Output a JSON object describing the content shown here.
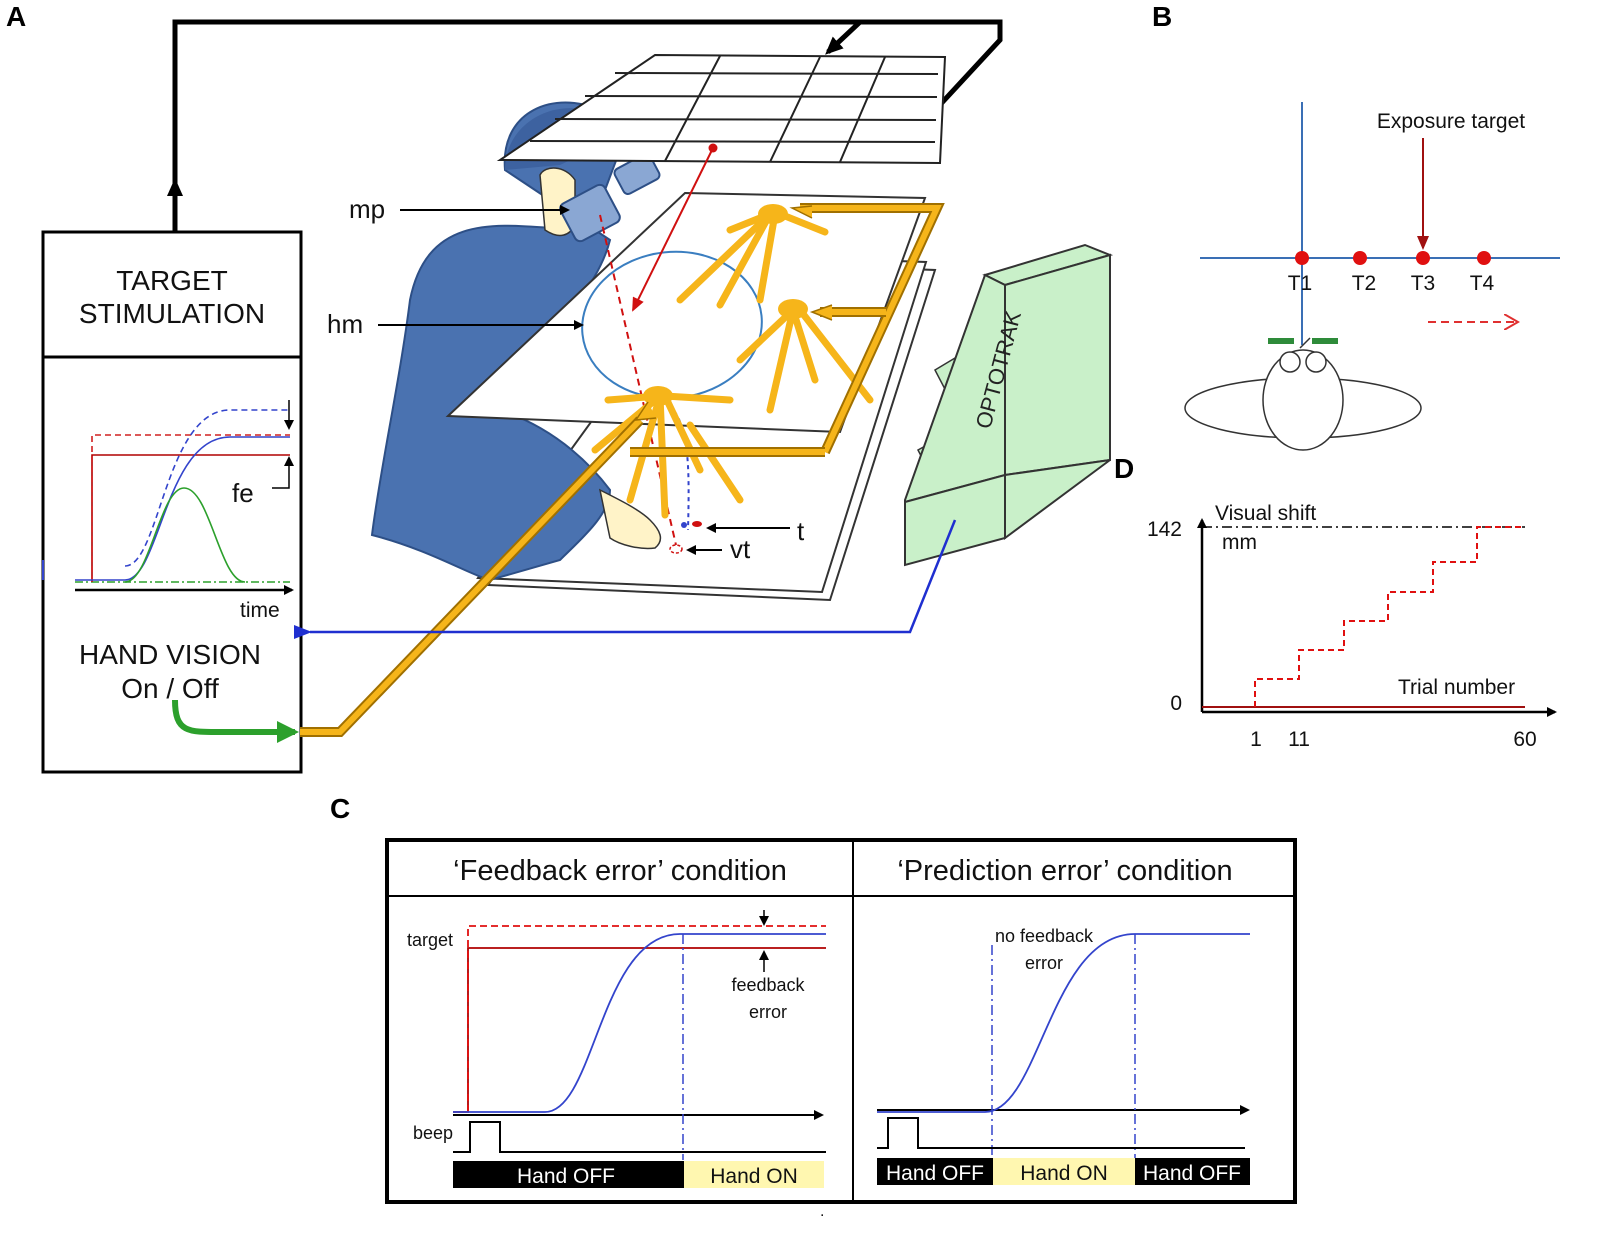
{
  "panels": {
    "a": "A",
    "b": "B",
    "c": "C",
    "d": "D"
  },
  "panel_a": {
    "box_title_line1": "TARGET",
    "box_title_line2": "STIMULATION",
    "hand_vision_line1": "HAND VISION",
    "hand_vision_line2": "On / Off",
    "time_label": "time",
    "fe_label": "fe",
    "mp_label": "mp",
    "hm_label": "hm",
    "t_label": "t",
    "vt_label": "vt",
    "optotrak_label": "OPTOTRAK",
    "colors": {
      "subject": "#4a72b0",
      "subject_dark": "#2d4f86",
      "skin": "#fff3c8",
      "led": "#f6b51a",
      "optotrak": "#c9f0c9",
      "target_red": "#c00000",
      "hand_blue": "#3344cc",
      "green": "#2ca02c",
      "feedback_arrow": "#1f2fd0"
    }
  },
  "panel_b": {
    "exposure_label": "Exposure target",
    "targets": [
      "T1",
      "T2",
      "T3",
      "T4"
    ]
  },
  "panel_c": {
    "feedback_title": "‘Feedback error’ condition",
    "prediction_title": "‘Prediction error’ condition",
    "target_label": "target",
    "beep_label": "beep",
    "feedback_error_line1": "feedback",
    "feedback_error_line2": "error",
    "no_feedback_line1": "no feedback",
    "no_feedback_line2": "error",
    "bars_left": [
      "Hand OFF",
      "Hand ON"
    ],
    "bars_right": [
      "Hand OFF",
      "Hand ON",
      "Hand OFF"
    ],
    "colors": {
      "hand_on": "#fff7b0",
      "hand_off": "#000000"
    }
  },
  "panel_d": {
    "ylabel_line1": "Visual shift",
    "ylabel_line2": "mm",
    "xlabel": "Trial number",
    "y_ticks": [
      "142",
      "0"
    ],
    "x_ticks": [
      "1",
      "11",
      "60"
    ]
  },
  "footer_mark": "."
}
